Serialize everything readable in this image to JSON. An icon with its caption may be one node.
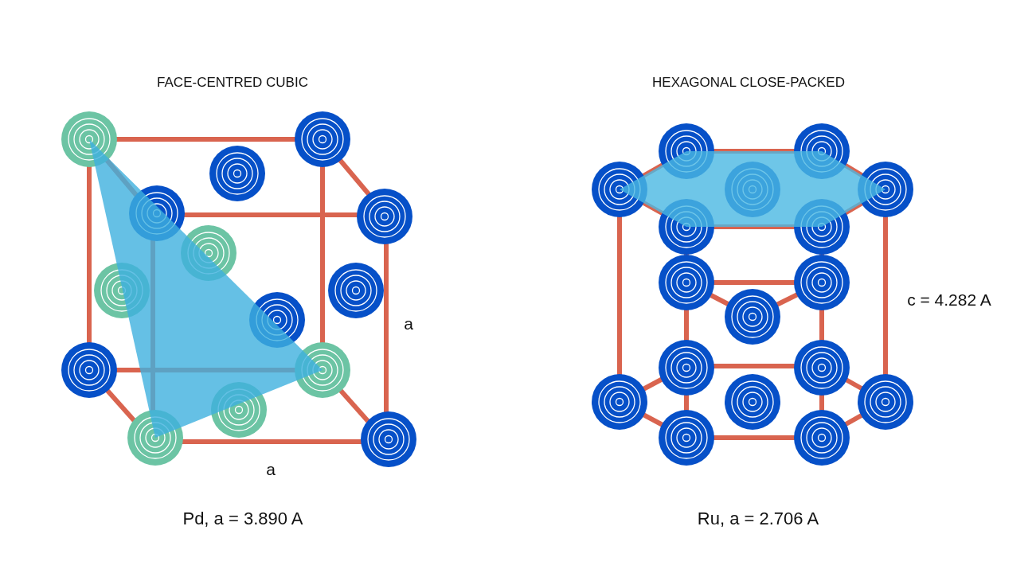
{
  "diagram": {
    "labels": [
      "FACE-CENTRED CUBIC",
      "a",
      "a",
      "Pd, a = 3.890 A",
      "HEXAGONAL CLOSE-PACKED",
      "c = 4.282 A",
      "Ru, a = 2.706 A"
    ]
  }
}
